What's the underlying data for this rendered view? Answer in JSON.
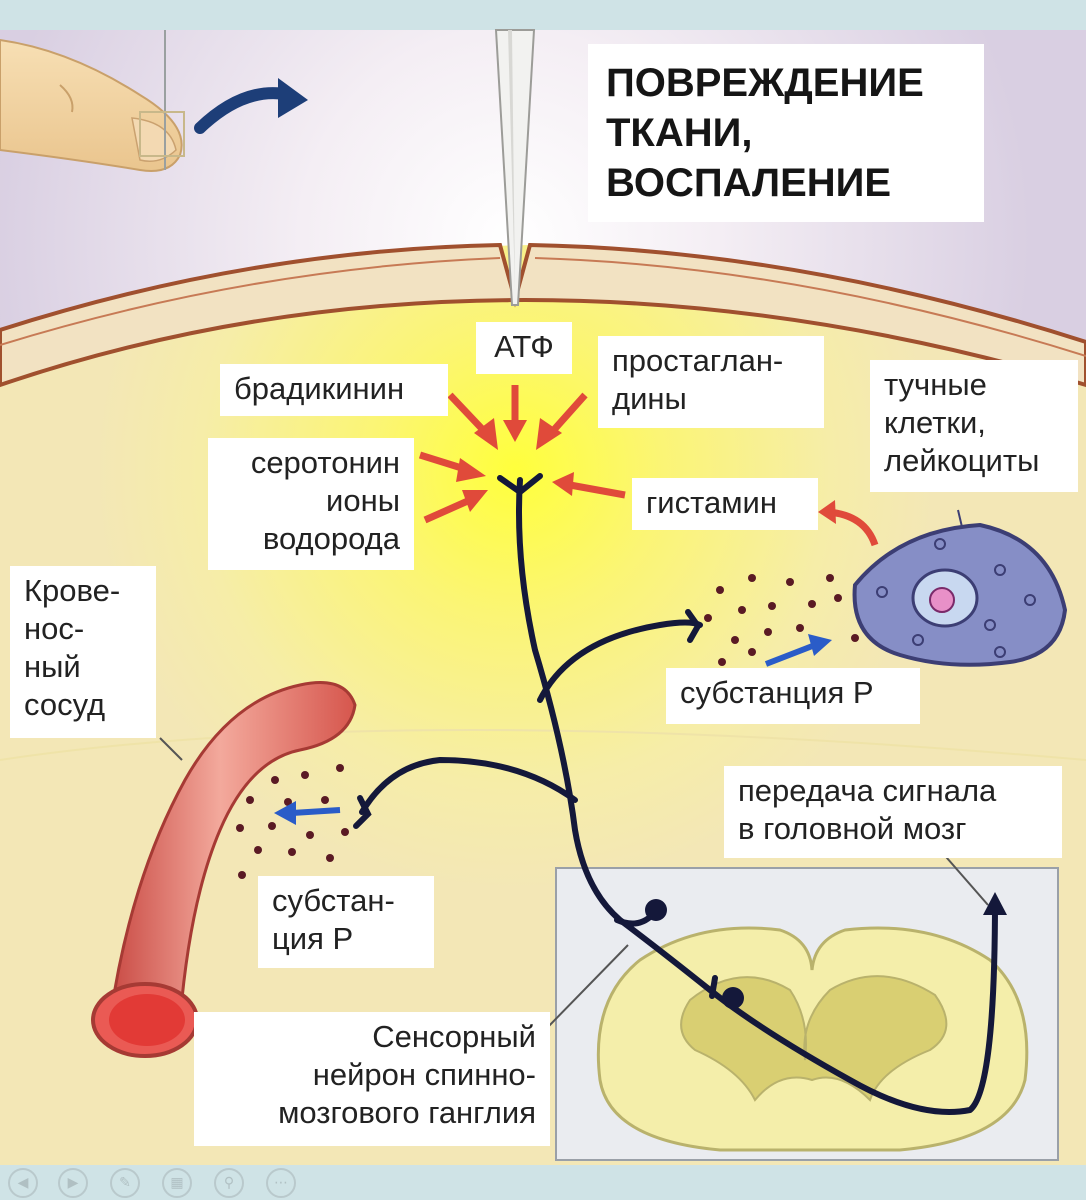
{
  "title": "ПОВРЕЖДЕНИЕ\nТКАНИ,\nВОСПАЛЕНИЕ",
  "labels": {
    "atf": "АТФ",
    "bradykinin": "брадикинин",
    "prostaglandins": "простаглан-\nдины",
    "serotonin_hydrogen": "серотонин\nионы\nводорода",
    "histamine": "гистамин",
    "mast_cells": "тучные\nклетки,\nлейкоциты",
    "blood_vessel": "Крове-\nнос-\nный\nсосуд",
    "substance_p_right": "субстанция Р",
    "substance_p_left": "субстан-\nция Р",
    "signal_to_brain": "передача сигнала\nв головной мозг",
    "sensory_neuron": "Сенсорный\nнейрон спинно-\nмозгового ганглия"
  },
  "colors": {
    "skin": "#f2e8c4",
    "tissue": "#f4ebb0",
    "glow": "#ffff50",
    "arrow_red": "#e04a3a",
    "arrow_blue": "#2a5cc8",
    "nerve": "#14183a",
    "vessel": "#e0665a",
    "mast_cell": "#8a90c8"
  },
  "nav": {
    "prev_icon": "◀",
    "next_icon": "▶"
  }
}
